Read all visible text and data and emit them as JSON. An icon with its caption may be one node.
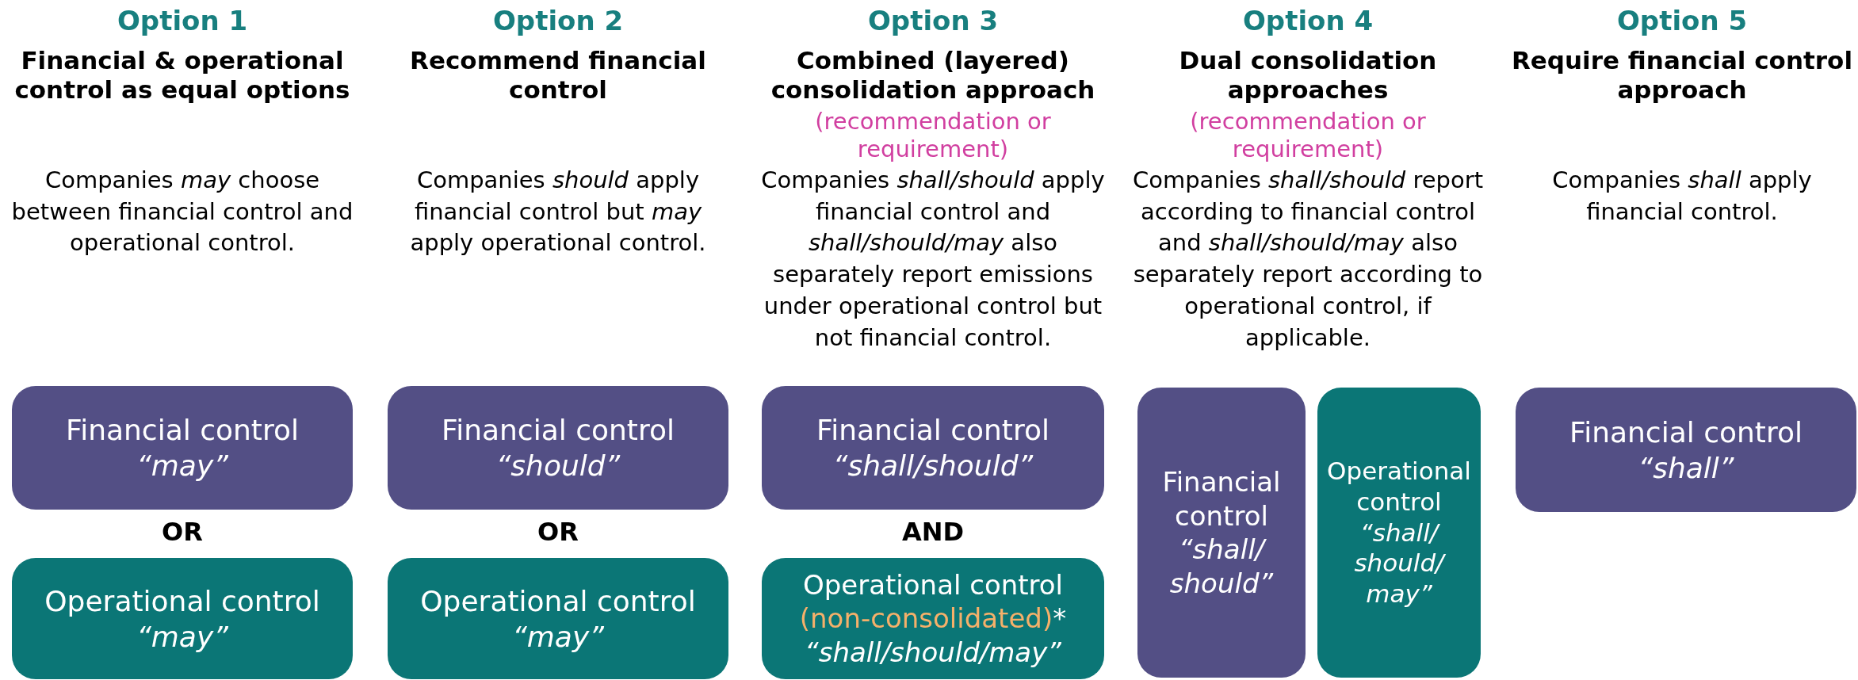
{
  "diagram": {
    "nodes": [
      {
        "text": [
          "Financial control",
          "“may”"
        ]
      },
      {
        "text": [
          "Operational control",
          "“may”"
        ]
      },
      {
        "text": [
          "Financial control",
          "“should”"
        ]
      },
      {
        "text": [
          "Operational control",
          "“may”"
        ]
      },
      {
        "text": [
          "Financial control",
          "“shall/should”"
        ]
      },
      {
        "text": [
          "Operational control",
          "(non-consolidated)",
          "*",
          "“shall/should/may”"
        ]
      },
      {
        "text": [
          "Financial control",
          "“shall/ should”"
        ]
      },
      {
        "text": [
          "Operational control",
          "“shall/ should/ may”"
        ]
      },
      {
        "text": [
          "Financial control",
          "“shall”"
        ]
      }
    ],
    "labels": [
      "Option 1",
      "Financial & operational control as equal options",
      "Companies *may* choose between financial control and operational control.",
      "OR",
      "Option 2",
      "Recommend financial control",
      "Companies *should* apply financial control but *may* apply operational control.",
      "OR",
      "Option 3",
      "Combined (layered) consolidation approach",
      "(recommendation or requirement)",
      "Companies *shall/should* apply financial control and *shall/should/may* also separately report emissions under operational control but not financial control.",
      "AND",
      "Option 4",
      "Dual consolidation approaches",
      "(recommendation or requirement)",
      "Companies *shall/should* report according to financial control and *shall/should/may* also separately report according to operational control, if applicable.",
      "Option 5",
      "Require financial control approach",
      "Companies *shall* apply financial control."
    ]
  }
}
